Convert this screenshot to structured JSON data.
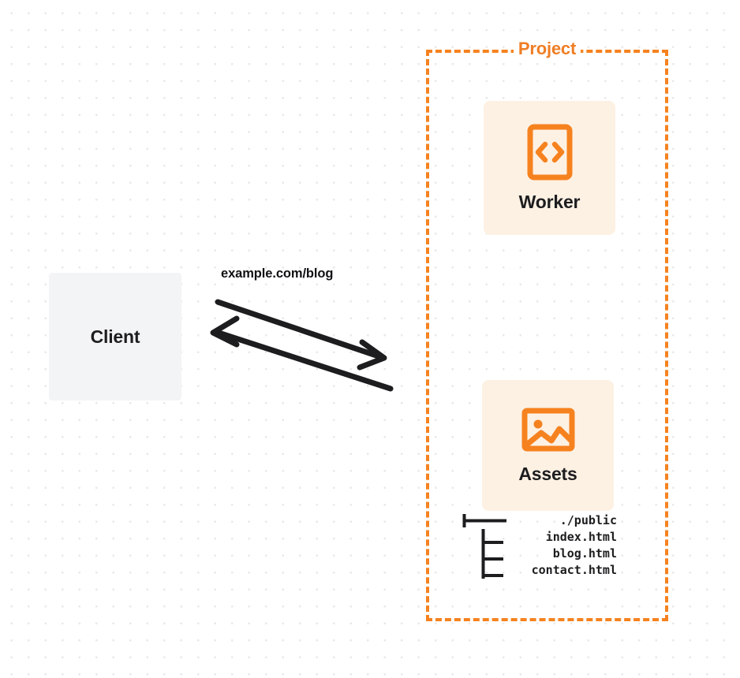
{
  "diagram": {
    "title": "Project",
    "background": "dot-grid",
    "accent_color": "#f6821f",
    "card_background": "#fdf1e4",
    "client_background": "#f3f4f6",
    "text_color": "#1d1d1f"
  },
  "client": {
    "label": "Client"
  },
  "edge": {
    "label": "example.com/blog",
    "direction": "bidirectional"
  },
  "project": {
    "label": "Project",
    "services": [
      {
        "id": "worker",
        "label": "Worker",
        "icon": "code-brackets-icon"
      },
      {
        "id": "assets",
        "label": "Assets",
        "icon": "image-icon"
      }
    ]
  },
  "file_tree": {
    "rows": [
      {
        "connector": "long",
        "name": "./public"
      },
      {
        "connector": "short",
        "name": "index.html"
      },
      {
        "connector": "short",
        "name": "blog.html"
      },
      {
        "connector": "short",
        "name": "contact.html"
      }
    ]
  }
}
